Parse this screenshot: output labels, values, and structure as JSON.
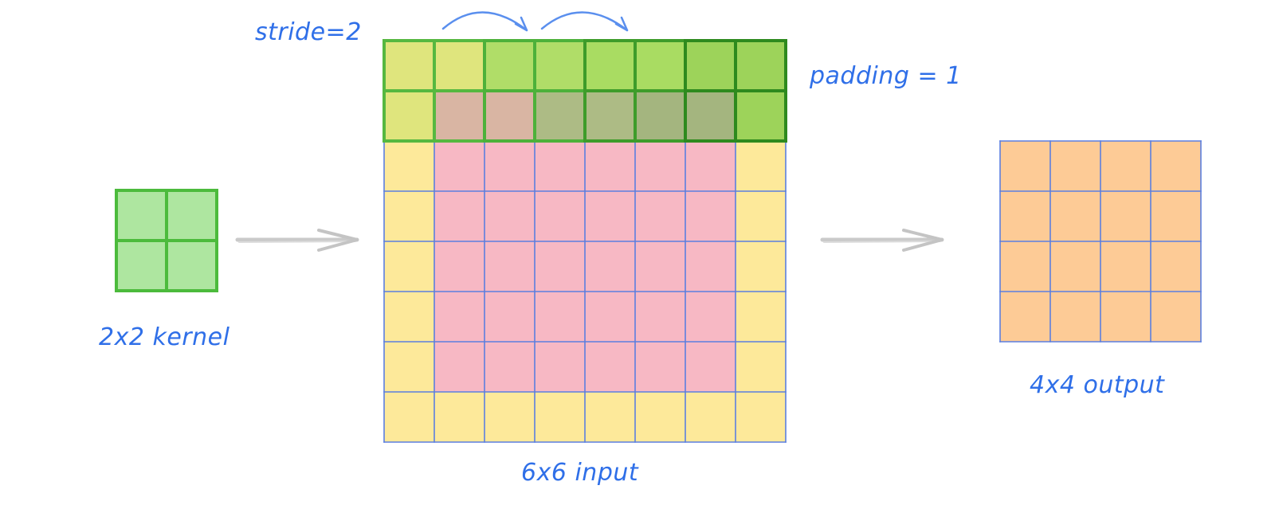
{
  "labels": {
    "stride": "stride=2",
    "padding": "padding = 1",
    "kernel": "2x2 kernel",
    "input": "6x6 input",
    "output": "4x4 output"
  },
  "kernel": {
    "rows": 2,
    "cols": 2
  },
  "input": {
    "rows": 6,
    "cols": 6,
    "padding": 1,
    "window_rows": 2,
    "window_cols": 2,
    "stride": 2
  },
  "output": {
    "rows": 4,
    "cols": 4
  },
  "colors": {
    "label": "#2f6fe8",
    "grid_line": "#5b7fe0",
    "padding_cell": "#fde99a",
    "input_cell": "#f7b8c4",
    "output_cell": "#fdcb96",
    "kernel_fill": "#aee6a0",
    "kernel_line": "#4cbb3c",
    "window_a_fill": "#dfe57d",
    "window_a_line": "#56b840",
    "window_b_fill": "#b0dd68",
    "window_b_line": "#4db13a",
    "window_c_fill": "#a9dc62",
    "window_c_line": "#3e9c2a",
    "window_d_fill": "#9dd35a",
    "window_d_line": "#2e8a1e",
    "overlap_a": "#d9b5a3",
    "overlap_b": "#adbb85",
    "overlap_c": "#a4b57f",
    "arrow_gray": "#c4c4c4",
    "stride_arrow": "#5a8fee"
  }
}
